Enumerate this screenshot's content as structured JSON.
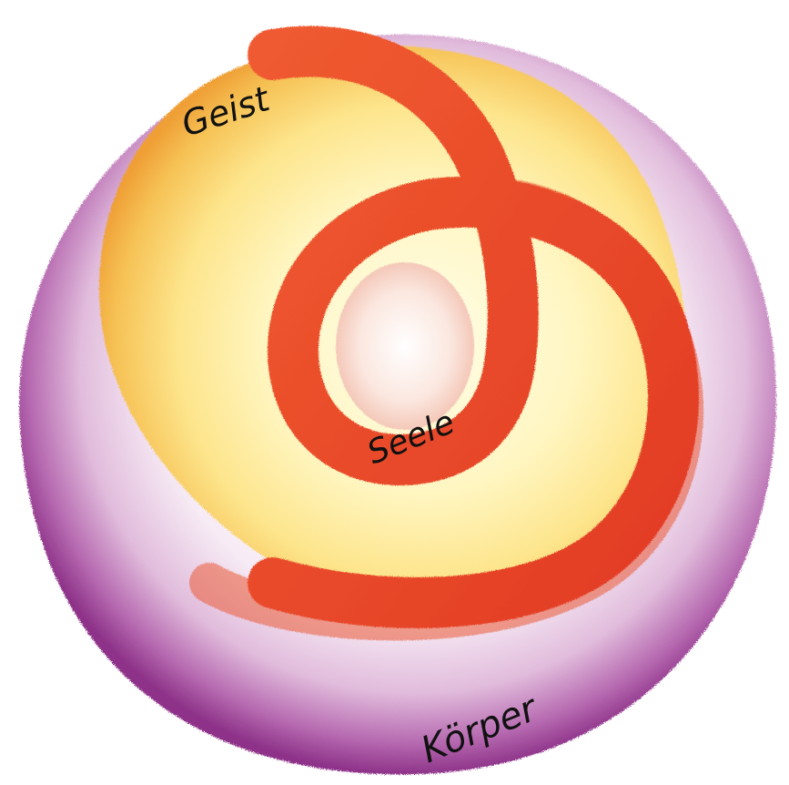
{
  "labels": {
    "spirit": "Geist",
    "soul": "Seele",
    "body": "Körper"
  },
  "colors": {
    "body_outer": "#9c3f98",
    "body_inner": "#f8eef6",
    "spirit_outer": "#f2a93b",
    "spirit_inner": "#fff6c8",
    "soul_ribbon": "#e8482a",
    "soul_center": "#fff3ee",
    "label_text": "#111111"
  }
}
